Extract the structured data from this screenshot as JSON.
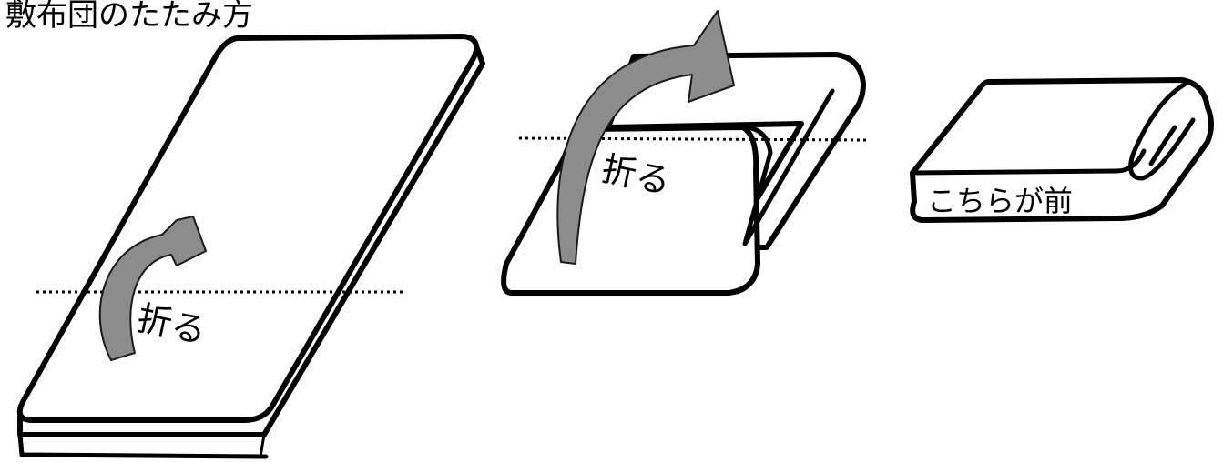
{
  "title": "敷布団のたたみ方",
  "steps": [
    {
      "label": "折る"
    },
    {
      "label": "折る"
    },
    {
      "label": "こちらが前"
    }
  ],
  "colors": {
    "line": "#000000",
    "arrow": "#8c8c8c",
    "background": "#ffffff"
  }
}
